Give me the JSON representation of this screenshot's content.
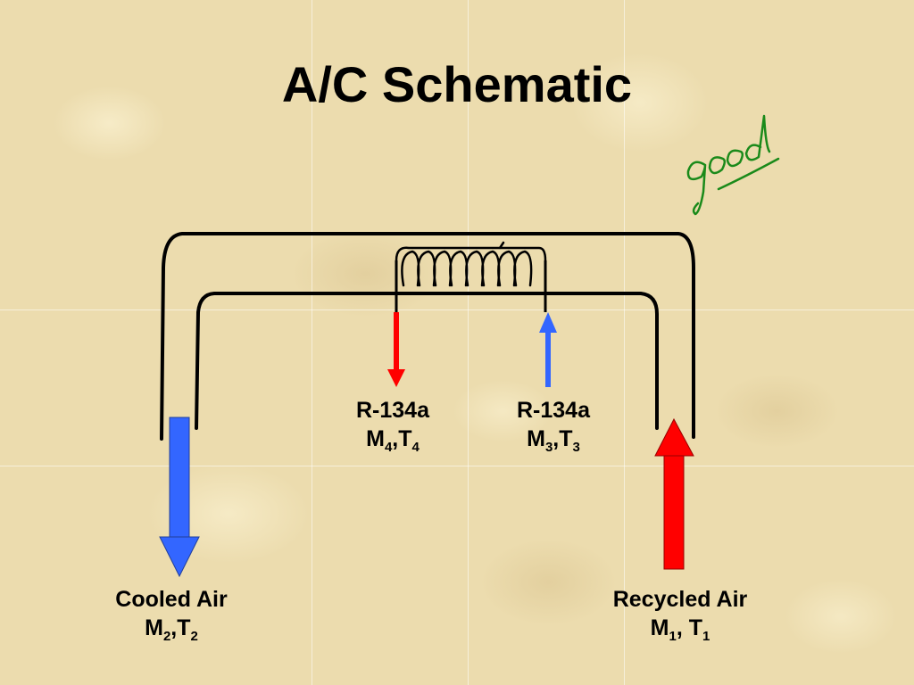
{
  "title": "A/C Schematic",
  "annotation": "good",
  "colors": {
    "blue": "#3366ff",
    "red": "#ff0000",
    "ink": "#000000",
    "annotation": "#1a8a1a"
  },
  "labels": {
    "refrigerant_out": {
      "name": "R-134a",
      "m": "M",
      "m_sub": "4",
      "t": "T",
      "t_sub": "4",
      "sep": ","
    },
    "refrigerant_in": {
      "name": "R-134a",
      "m": "M",
      "m_sub": "3",
      "t": "T",
      "t_sub": "3",
      "sep": ","
    },
    "cooled_air": {
      "name": "Cooled Air",
      "m": "M",
      "m_sub": "2",
      "t": "T",
      "t_sub": "2",
      "sep": ","
    },
    "recycled_air": {
      "name": "Recycled Air",
      "m": "M",
      "m_sub": "1",
      "t": "T",
      "t_sub": "1",
      "sep": ", "
    }
  }
}
